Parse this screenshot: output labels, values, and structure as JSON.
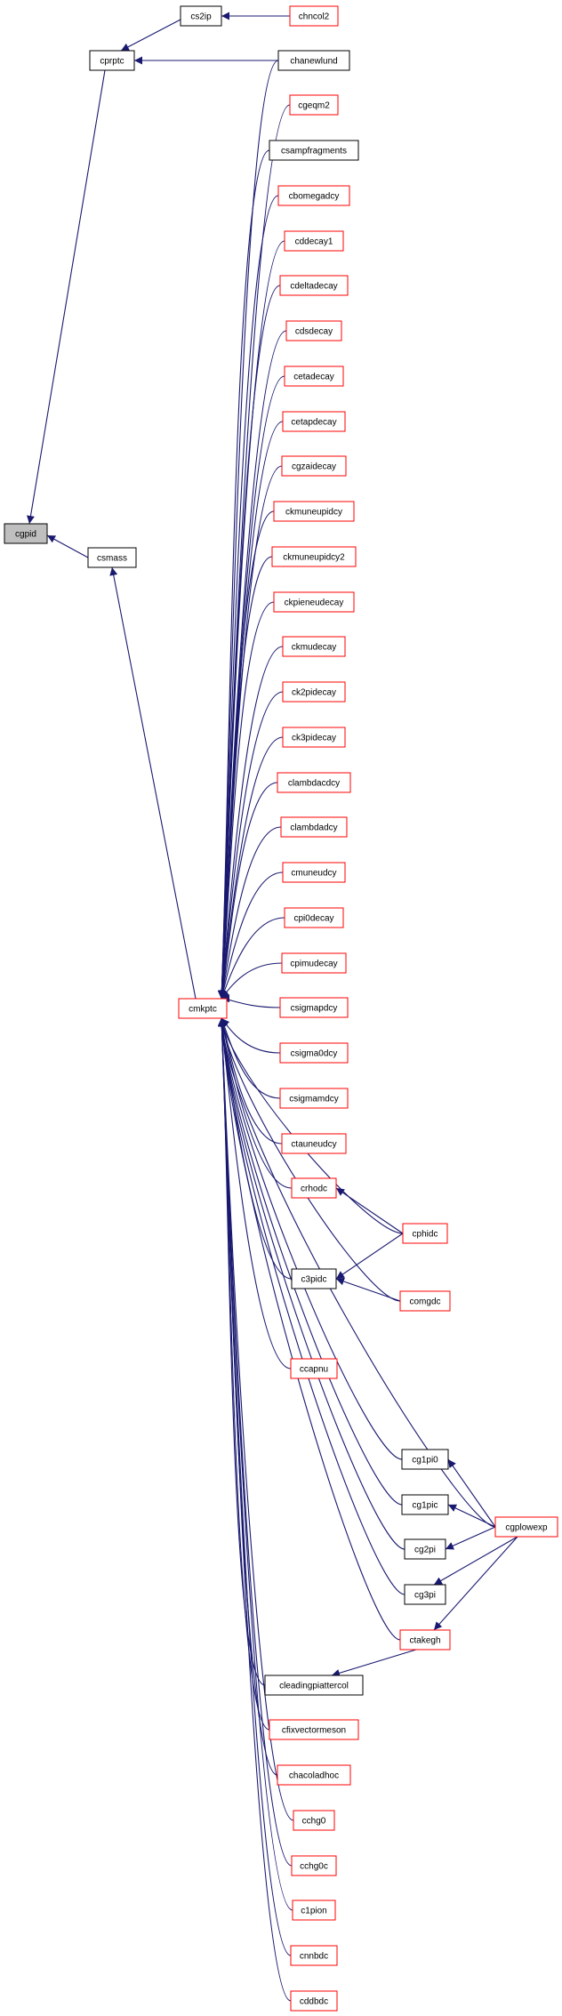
{
  "graph": {
    "colors": {
      "edge": "#191970",
      "node_red_border": "#ff0000",
      "node_black_border": "#000000",
      "highlight_fill": "#bfbfbf"
    },
    "nodes": {
      "cgpid": {
        "label": "cgpid",
        "style": "highlight"
      },
      "cprptc": {
        "label": "cprptc",
        "style": "black"
      },
      "cs2ip": {
        "label": "cs2ip",
        "style": "black"
      },
      "chncol2": {
        "label": "chncol2",
        "style": "red"
      },
      "chanewlund": {
        "label": "chanewlund",
        "style": "black"
      },
      "csmass": {
        "label": "csmass",
        "style": "black"
      },
      "cmkptc": {
        "label": "cmkptc",
        "style": "red"
      },
      "cgeqm2": {
        "label": "cgeqm2",
        "style": "red"
      },
      "csampfragments": {
        "label": "csampfragments",
        "style": "black"
      },
      "cbomegadcy": {
        "label": "cbomegadcy",
        "style": "red"
      },
      "cddecay1": {
        "label": "cddecay1",
        "style": "red"
      },
      "cdeltadecay": {
        "label": "cdeltadecay",
        "style": "red"
      },
      "cdsdecay": {
        "label": "cdsdecay",
        "style": "red"
      },
      "cetadecay": {
        "label": "cetadecay",
        "style": "red"
      },
      "cetapdecay": {
        "label": "cetapdecay",
        "style": "red"
      },
      "cgzaidecay": {
        "label": "cgzaidecay",
        "style": "red"
      },
      "ckmuneupidcy": {
        "label": "ckmuneupidcy",
        "style": "red"
      },
      "ckmuneupidcy2": {
        "label": "ckmuneupidcy2",
        "style": "red"
      },
      "ckpieneudecay": {
        "label": "ckpieneudecay",
        "style": "red"
      },
      "ckmudecay": {
        "label": "ckmudecay",
        "style": "red"
      },
      "ck2pidecay": {
        "label": "ck2pidecay",
        "style": "red"
      },
      "ck3pidecay": {
        "label": "ck3pidecay",
        "style": "red"
      },
      "clambdacdcy": {
        "label": "clambdacdcy",
        "style": "red"
      },
      "clambdadcy": {
        "label": "clambdadcy",
        "style": "red"
      },
      "cmuneudcy": {
        "label": "cmuneudcy",
        "style": "red"
      },
      "cpi0decay": {
        "label": "cpi0decay",
        "style": "red"
      },
      "cpimudecay": {
        "label": "cpimudecay",
        "style": "red"
      },
      "csigmapdcy": {
        "label": "csigmapdcy",
        "style": "red"
      },
      "csigma0dcy": {
        "label": "csigma0dcy",
        "style": "red"
      },
      "csigmamdcy": {
        "label": "csigmamdcy",
        "style": "red"
      },
      "ctauneudcy": {
        "label": "ctauneudcy",
        "style": "red"
      },
      "crhodc": {
        "label": "crhodc",
        "style": "red"
      },
      "cphidc": {
        "label": "cphidc",
        "style": "red"
      },
      "c3pidc": {
        "label": "c3pidc",
        "style": "black"
      },
      "comgdc": {
        "label": "comgdc",
        "style": "red"
      },
      "ccapnu": {
        "label": "ccapnu",
        "style": "red"
      },
      "cg1pi0": {
        "label": "cg1pi0",
        "style": "black"
      },
      "cg1pic": {
        "label": "cg1pic",
        "style": "black"
      },
      "cgplowexp": {
        "label": "cgplowexp",
        "style": "red"
      },
      "cg2pi": {
        "label": "cg2pi",
        "style": "black"
      },
      "cg3pi": {
        "label": "cg3pi",
        "style": "black"
      },
      "ctakegh": {
        "label": "ctakegh",
        "style": "red"
      },
      "cleadingpiattercol": {
        "label": "cleadingpiattercol",
        "style": "black"
      },
      "cfixvectormeson": {
        "label": "cfixvectormeson",
        "style": "red"
      },
      "chacoladhoc": {
        "label": "chacoladhoc",
        "style": "red"
      },
      "cchg0": {
        "label": "cchg0",
        "style": "red"
      },
      "cchg0c": {
        "label": "cchg0c",
        "style": "red"
      },
      "c1pion": {
        "label": "c1pion",
        "style": "red"
      },
      "cnnbdc": {
        "label": "cnnbdc",
        "style": "red"
      },
      "cddbdc": {
        "label": "cddbdc",
        "style": "red"
      }
    },
    "edges": [
      [
        "cprptc",
        "cgpid"
      ],
      [
        "csmass",
        "cgpid"
      ],
      [
        "cs2ip",
        "cprptc"
      ],
      [
        "chanewlund",
        "cprptc"
      ],
      [
        "chncol2",
        "cs2ip"
      ],
      [
        "cmkptc",
        "csmass"
      ],
      [
        "chanewlund",
        "cmkptc"
      ],
      [
        "cgeqm2",
        "cmkptc"
      ],
      [
        "csampfragments",
        "cmkptc"
      ],
      [
        "cbomegadcy",
        "cmkptc"
      ],
      [
        "cddecay1",
        "cmkptc"
      ],
      [
        "cdeltadecay",
        "cmkptc"
      ],
      [
        "cdsdecay",
        "cmkptc"
      ],
      [
        "cetadecay",
        "cmkptc"
      ],
      [
        "cetapdecay",
        "cmkptc"
      ],
      [
        "cgzaidecay",
        "cmkptc"
      ],
      [
        "ckmuneupidcy",
        "cmkptc"
      ],
      [
        "ckmuneupidcy2",
        "cmkptc"
      ],
      [
        "ckpieneudecay",
        "cmkptc"
      ],
      [
        "ckmudecay",
        "cmkptc"
      ],
      [
        "ck2pidecay",
        "cmkptc"
      ],
      [
        "ck3pidecay",
        "cmkptc"
      ],
      [
        "clambdacdcy",
        "cmkptc"
      ],
      [
        "clambdadcy",
        "cmkptc"
      ],
      [
        "cmuneudcy",
        "cmkptc"
      ],
      [
        "cpi0decay",
        "cmkptc"
      ],
      [
        "cpimudecay",
        "cmkptc"
      ],
      [
        "csigmapdcy",
        "cmkptc"
      ],
      [
        "csigma0dcy",
        "cmkptc"
      ],
      [
        "csigmamdcy",
        "cmkptc"
      ],
      [
        "ctauneudcy",
        "cmkptc"
      ],
      [
        "crhodc",
        "cmkptc"
      ],
      [
        "cphidc",
        "cmkptc"
      ],
      [
        "c3pidc",
        "cmkptc"
      ],
      [
        "comgdc",
        "cmkptc"
      ],
      [
        "ccapnu",
        "cmkptc"
      ],
      [
        "cgplowexp",
        "cmkptc"
      ],
      [
        "cg1pi0",
        "cmkptc"
      ],
      [
        "cg1pic",
        "cmkptc"
      ],
      [
        "cg2pi",
        "cmkptc"
      ],
      [
        "cg3pi",
        "cmkptc"
      ],
      [
        "ctakegh",
        "cmkptc"
      ],
      [
        "cleadingpiattercol",
        "cmkptc"
      ],
      [
        "cfixvectormeson",
        "cmkptc"
      ],
      [
        "chacoladhoc",
        "cmkptc"
      ],
      [
        "cchg0",
        "cmkptc"
      ],
      [
        "cchg0c",
        "cmkptc"
      ],
      [
        "c1pion",
        "cmkptc"
      ],
      [
        "cnnbdc",
        "cmkptc"
      ],
      [
        "cddbdc",
        "cmkptc"
      ],
      [
        "cphidc",
        "crhodc"
      ],
      [
        "cphidc",
        "c3pidc"
      ],
      [
        "comgdc",
        "c3pidc"
      ],
      [
        "cgplowexp",
        "cg1pi0"
      ],
      [
        "cgplowexp",
        "cg1pic"
      ],
      [
        "cgplowexp",
        "cg2pi"
      ],
      [
        "cgplowexp",
        "cg3pi"
      ],
      [
        "cgplowexp",
        "ctakegh"
      ],
      [
        "ctakegh",
        "cleadingpiattercol"
      ]
    ]
  }
}
